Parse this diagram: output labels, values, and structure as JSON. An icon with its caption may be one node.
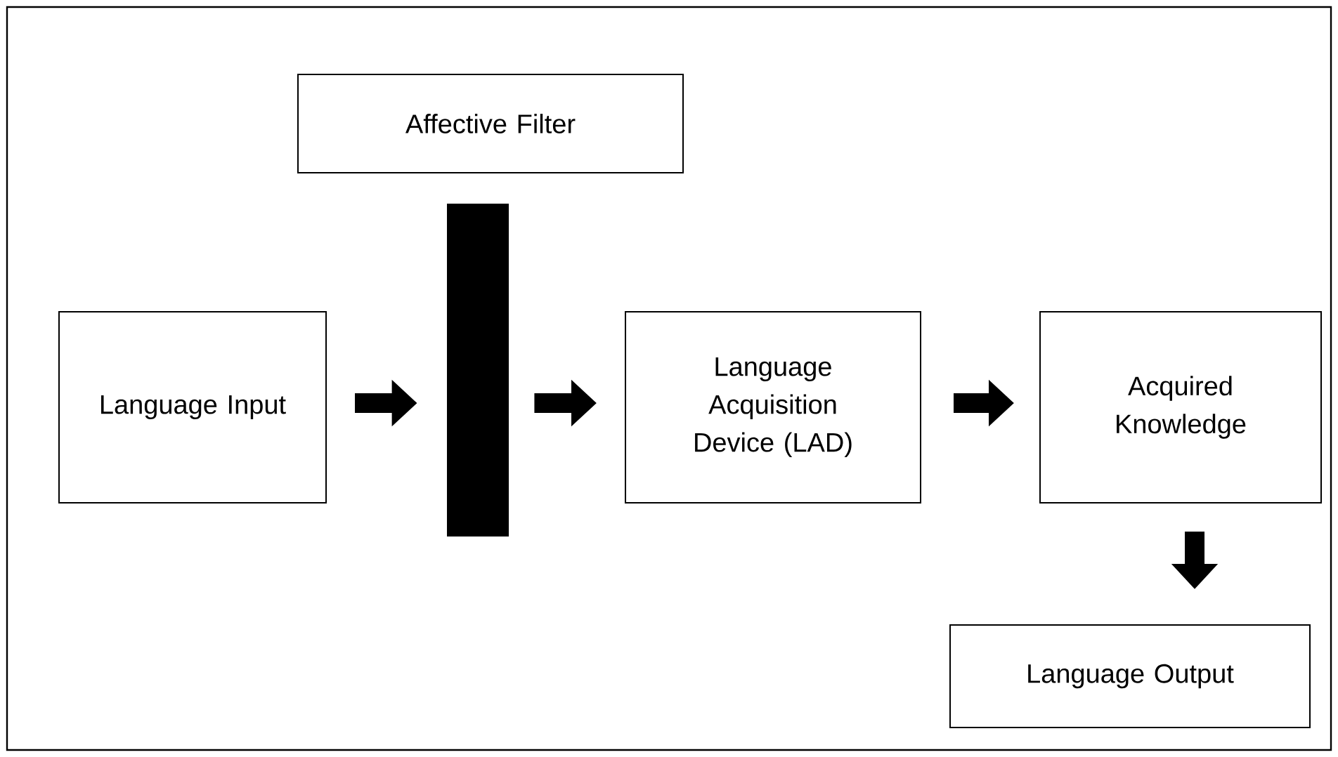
{
  "diagram": {
    "nodes": [
      {
        "text": [
          "Affective Filter"
        ]
      },
      {
        "text": [],
        "shape": "bar"
      },
      {
        "text": [
          "Language Input"
        ]
      },
      {
        "text": [
          "Language Acquisition Device (LAD)"
        ]
      },
      {
        "text": [
          "Acquired Knowledge"
        ]
      },
      {
        "text": [
          "Language Output"
        ]
      }
    ],
    "edges": [
      {
        "from": 2,
        "to": 1,
        "arrow": "to"
      },
      {
        "from": 1,
        "to": 3,
        "arrow": "to"
      },
      {
        "from": 3,
        "to": 4,
        "arrow": "to"
      },
      {
        "from": 4,
        "to": 5,
        "arrow": "to"
      }
    ]
  }
}
